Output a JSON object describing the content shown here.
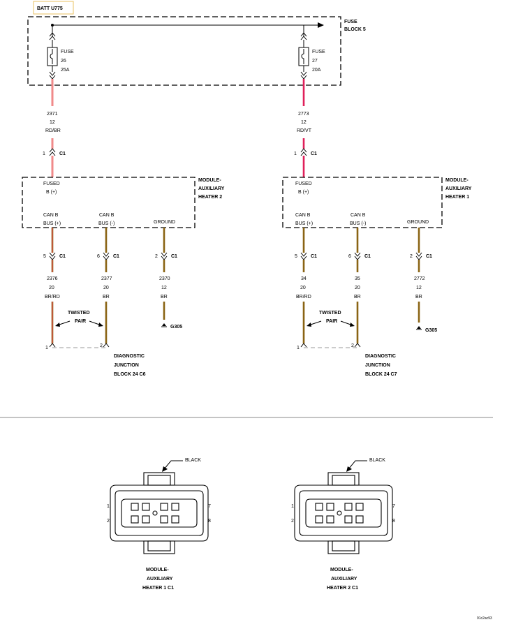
{
  "batt": "BATT U775",
  "fuse_block": [
    "FUSE",
    "BLOCK 5"
  ],
  "fuses": [
    {
      "lines": [
        "FUSE",
        "26",
        "25A"
      ]
    },
    {
      "lines": [
        "FUSE",
        "27",
        "20A"
      ]
    }
  ],
  "feed_wires": [
    {
      "circuit": "2371",
      "gauge": "12",
      "color": "RD/BR",
      "pin": "1",
      "conn": "C1"
    },
    {
      "circuit": "2773",
      "gauge": "12",
      "color": "RD/VT",
      "pin": "1",
      "conn": "C1"
    }
  ],
  "modules": [
    {
      "name": [
        "MODULE-",
        "AUXILIARY",
        "HEATER 2"
      ],
      "fused": [
        "FUSED",
        "B (+)"
      ],
      "canp": [
        "CAN B",
        "BUS (+)"
      ],
      "canm": [
        "CAN B",
        "BUS (-)"
      ],
      "ground": "GROUND"
    },
    {
      "name": [
        "MODULE-",
        "AUXILIARY",
        "HEATER 1"
      ],
      "fused": [
        "FUSED",
        "B (+)"
      ],
      "canp": [
        "CAN B",
        "BUS (+)"
      ],
      "canm": [
        "CAN B",
        "BUS (-)"
      ],
      "ground": "GROUND"
    }
  ],
  "bottom_wires": [
    [
      {
        "pin": "5",
        "conn": "C1",
        "circuit": "2376",
        "gauge": "20",
        "color": "BR/RD"
      },
      {
        "pin": "6",
        "conn": "C1",
        "circuit": "2377",
        "gauge": "20",
        "color": "BR"
      },
      {
        "pin": "2",
        "conn": "C1",
        "circuit": "2370",
        "gauge": "12",
        "color": "BR"
      }
    ],
    [
      {
        "pin": "5",
        "conn": "C1",
        "circuit": "34",
        "gauge": "20",
        "color": "BR/RD"
      },
      {
        "pin": "6",
        "conn": "C1",
        "circuit": "35",
        "gauge": "20",
        "color": "BR"
      },
      {
        "pin": "2",
        "conn": "C1",
        "circuit": "2772",
        "gauge": "12",
        "color": "BR"
      }
    ]
  ],
  "twisted_pair": [
    "TWISTED",
    "PAIR"
  ],
  "ground_label": "G305",
  "djb": [
    {
      "pins": [
        "1",
        "2"
      ],
      "name": [
        "DIAGNOSTIC",
        "JUNCTION",
        "BLOCK 24 C6"
      ]
    },
    {
      "pins": [
        "1",
        "2"
      ],
      "name": [
        "DIAGNOSTIC",
        "JUNCTION",
        "BLOCK 24 C7"
      ]
    }
  ],
  "connector_views": [
    {
      "color": "BLACK",
      "pins": [
        "1",
        "2",
        "7",
        "8"
      ],
      "name": [
        "MODULE-",
        "AUXILIARY",
        "HEATER 1 C1"
      ]
    },
    {
      "color": "BLACK",
      "pins": [
        "1",
        "2",
        "7",
        "8"
      ],
      "name": [
        "MODULE-",
        "AUXILIARY",
        "HEATER 2 C1"
      ]
    }
  ],
  "figure_code": "91c2ac93",
  "colors": {
    "rd_br": "#f08a8a",
    "rd_vt": "#e0205a",
    "br": "#8a6414",
    "rd_stripe": "#e05050"
  }
}
